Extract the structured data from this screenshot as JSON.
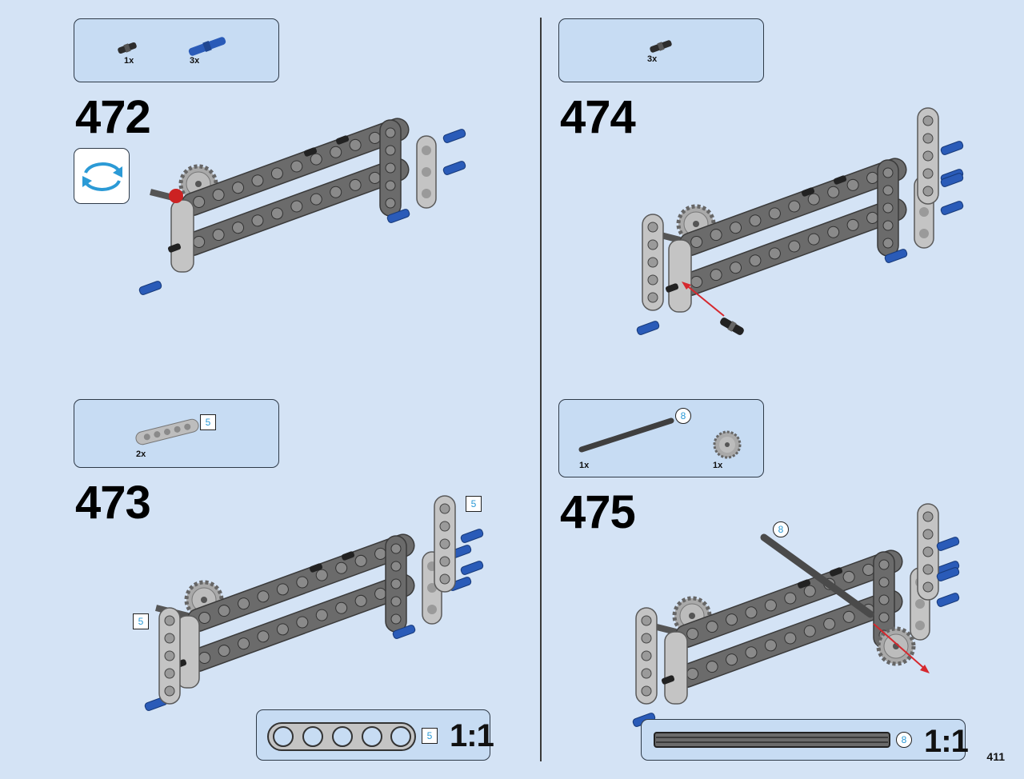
{
  "steps": [
    {
      "number": "472",
      "parts": [
        {
          "qty": "1x"
        },
        {
          "qty": "3x"
        }
      ]
    },
    {
      "number": "473",
      "parts": [
        {
          "qty": "2x",
          "size": "5"
        }
      ],
      "callouts": [
        "5",
        "5"
      ],
      "scale": {
        "size": "5",
        "label": "1:1"
      }
    },
    {
      "number": "474",
      "parts": [
        {
          "qty": "3x"
        }
      ]
    },
    {
      "number": "475",
      "parts": [
        {
          "qty": "1x",
          "size": "8"
        },
        {
          "qty": "1x"
        }
      ],
      "callouts": [
        "8"
      ],
      "scale": {
        "size": "8",
        "label": "1:1"
      }
    }
  ],
  "page_number": "411",
  "colors": {
    "background": "#d4e3f5",
    "box_fill": "#c7dcf3",
    "beam_dark": "#6b6b6b",
    "beam_light": "#b8b8b8",
    "pin_blue": "#2a5bb8",
    "arrow_red": "#d6282e",
    "callout_text": "#2b9ad6"
  },
  "icons": [
    "rotate-model-icon"
  ]
}
